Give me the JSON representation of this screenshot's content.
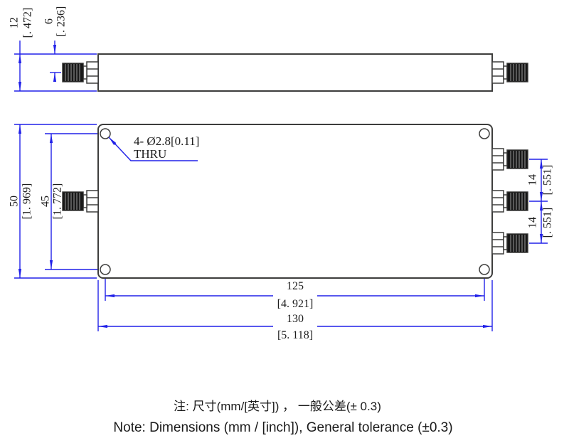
{
  "callout": {
    "hole_spec": "4- Ø2.8[0.11]",
    "thru": "THRU"
  },
  "dims": {
    "thickness": {
      "mm": "12",
      "inch": "[. 472]"
    },
    "port_offset": {
      "mm": "6",
      "inch": "[. 236]"
    },
    "body_height": {
      "mm": "50",
      "inch": "[1. 969]"
    },
    "hole_span_v": {
      "mm": "45",
      "inch": "[1. 772]"
    },
    "port_pitch_upper": {
      "mm": "14",
      "inch": "[. 551]"
    },
    "port_pitch_lower": {
      "mm": "14",
      "inch": "[. 551]"
    },
    "hole_span_h": {
      "mm": "125",
      "inch": "[4. 921]"
    },
    "body_width": {
      "mm": "130",
      "inch": "[5. 118]"
    }
  },
  "notes": {
    "cn": "注: 尺寸(mm/[英寸]) ， 一般公差(± 0.3)",
    "en": "Note: Dimensions (mm / [inch]), General tolerance (±0.3)"
  },
  "colors": {
    "dimension_blue": "#2121e8",
    "outline_gray": "#3d3d3c",
    "thread_black": "#191919",
    "text_black": "#1c1c1c"
  }
}
